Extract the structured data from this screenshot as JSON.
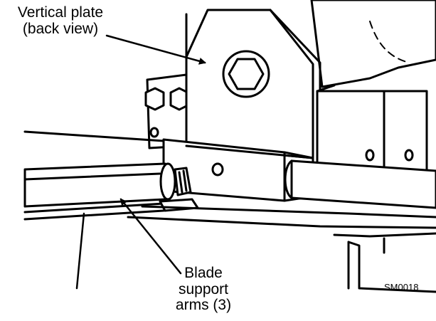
{
  "callouts": {
    "vertical_plate": {
      "line1": "Vertical plate",
      "line2": "(back view)"
    },
    "blade_support_arms": {
      "line1": "Blade",
      "line2": "support",
      "line3": "arms (3)"
    }
  },
  "figure_code": "SM0018"
}
